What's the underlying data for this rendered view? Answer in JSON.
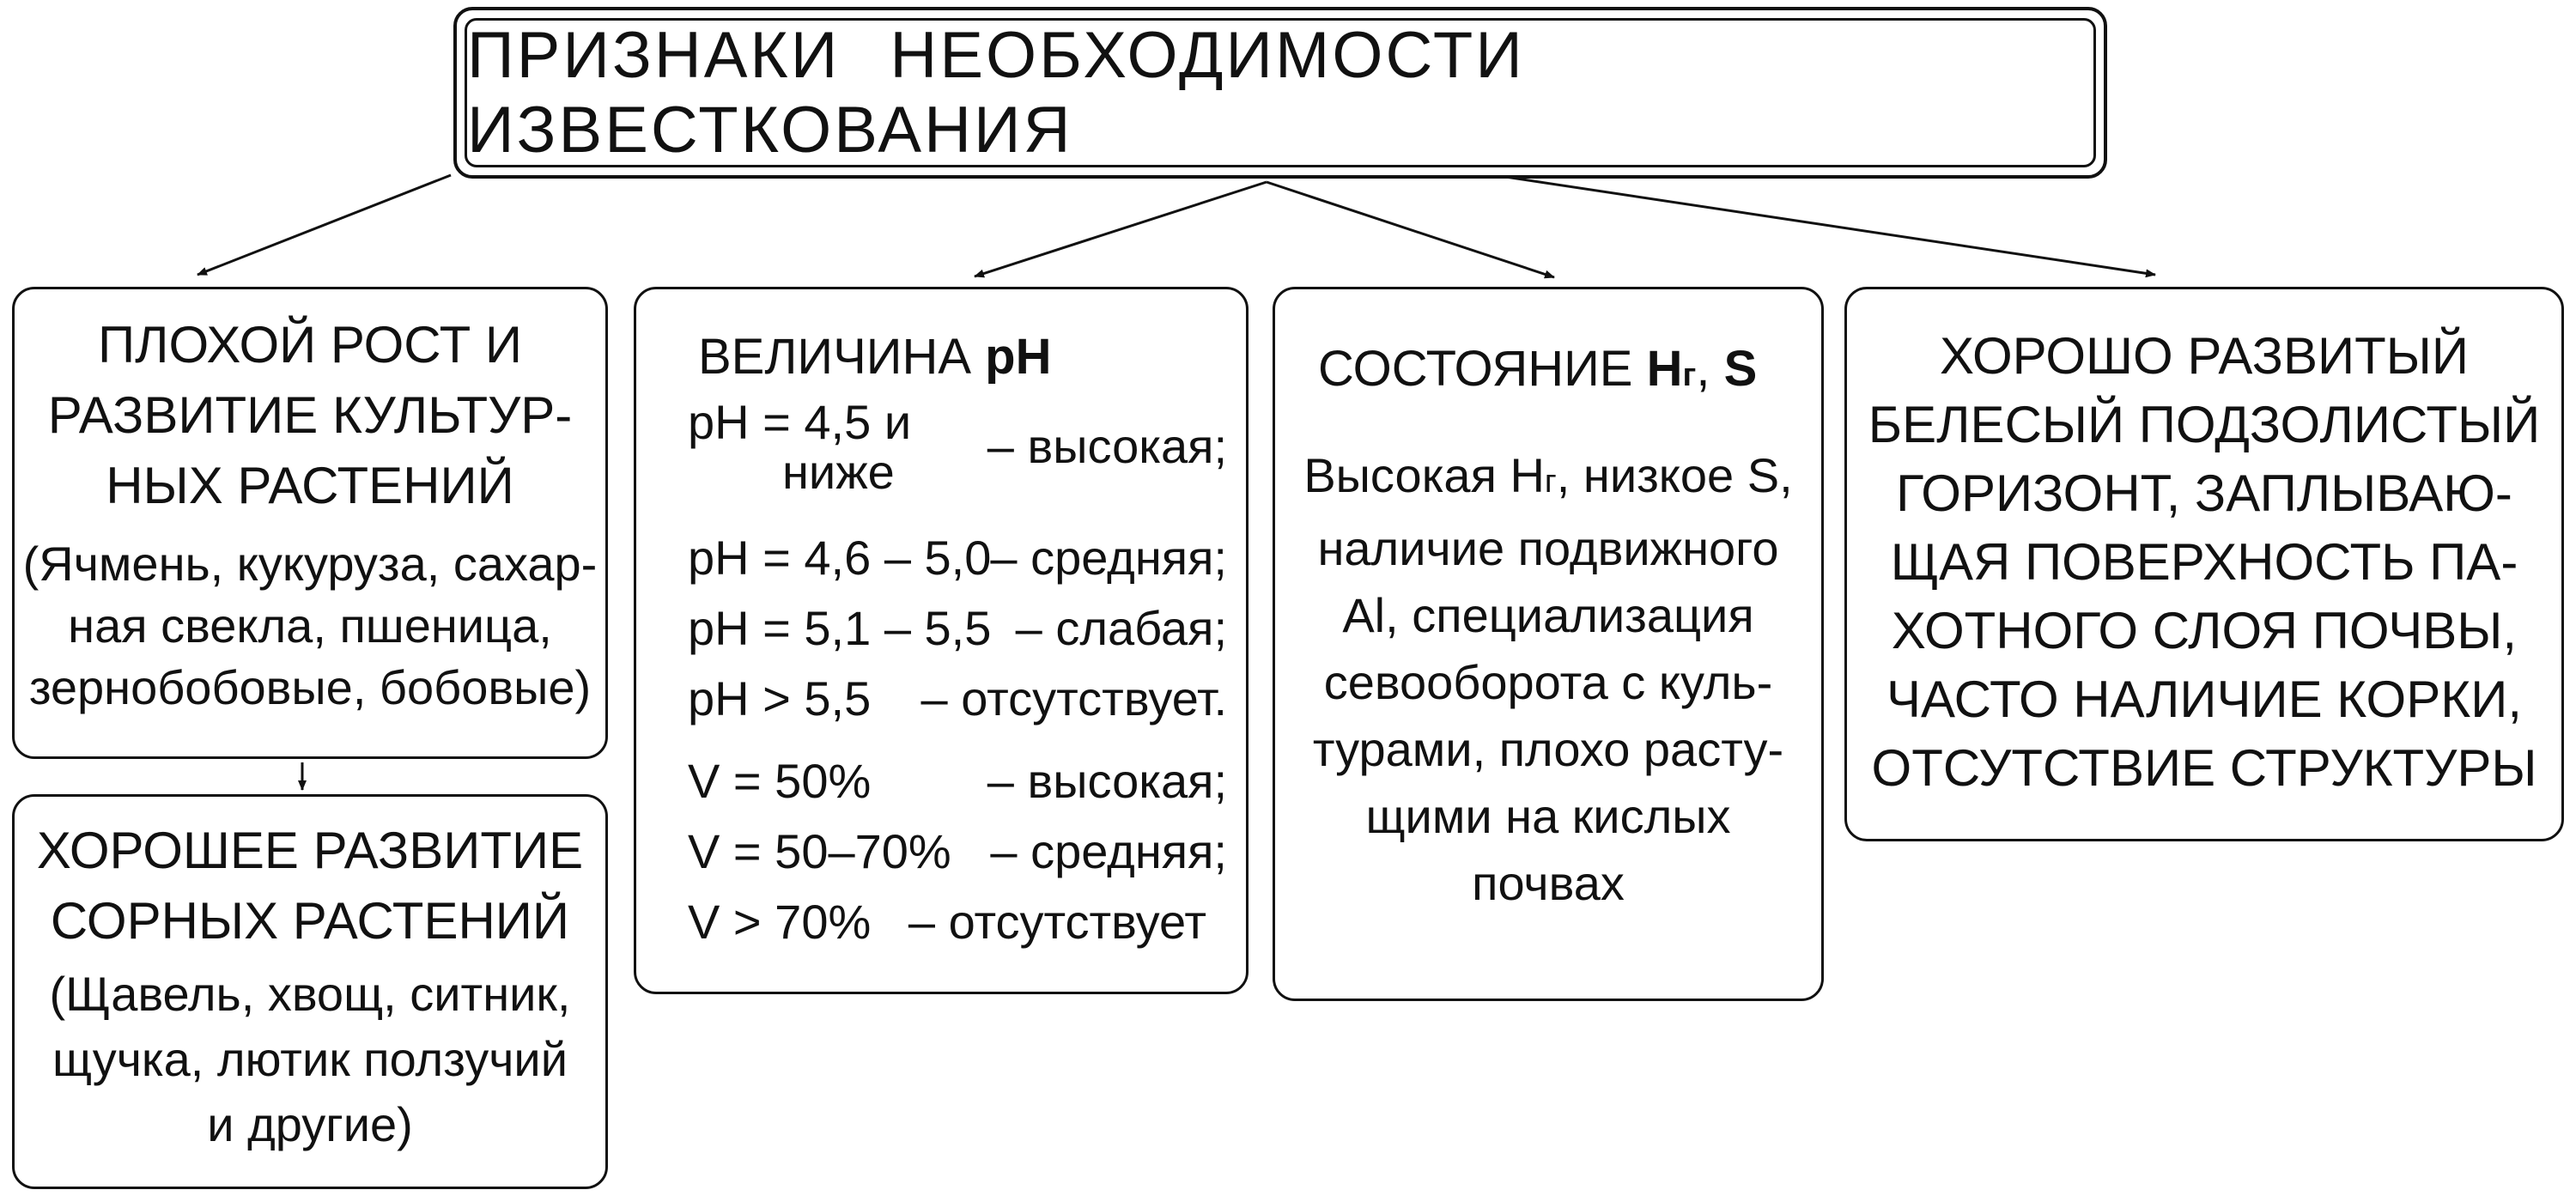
{
  "title": "ПРИЗНАКИ  НЕОБХОДИМОСТИ  ИЗВЕСТКОВАНИЯ",
  "box1": {
    "heading": [
      "ПЛОХОЙ РОСТ И",
      "РАЗВИТИЕ КУЛЬТУР-",
      "НЫХ РАСТЕНИЙ"
    ],
    "note": [
      "(Ячмень, кукуруза, сахар-",
      "ная свекла, пшеница,",
      "зернобобовые, бобовые)"
    ]
  },
  "box1b": {
    "heading": [
      "ХОРОШЕЕ РАЗВИТИЕ",
      "СОРНЫХ РАСТЕНИЙ"
    ],
    "note": [
      "(Щавель, хвощ, ситник,",
      "щучка, лютик ползучий",
      "и другие)"
    ]
  },
  "box2": {
    "heading_prefix": "ВЕЛИЧИНА ",
    "heading_bold": "pH",
    "ph_rows": [
      {
        "left": "pH = 4,5 и",
        "left2": "ниже",
        "right": "– высокая;"
      },
      {
        "left": "pH = 4,6 – 5,0",
        "right": "– средняя;"
      },
      {
        "left": "pH = 5,1 – 5,5",
        "right": "– слабая;"
      },
      {
        "left": "pH > 5,5",
        "right": "– отсутствует."
      }
    ],
    "v_rows": [
      {
        "left": "V = 50%",
        "right": "– высокая;"
      },
      {
        "left": "V = 50–70%",
        "right": "– средняя;"
      },
      {
        "left": "V > 70%",
        "right": "– отсутствует"
      }
    ]
  },
  "box3": {
    "heading_prefix": "СОСТОЯНИЕ ",
    "heading_h": "H",
    "heading_sub": "г",
    "heading_sep": ", ",
    "heading_s": "S",
    "body_first_a": "Высокая H",
    "body_first_sub": "г",
    "body_first_b": ", низкое S,",
    "body": [
      "наличие подвижного",
      "Al,  специализация",
      "севооборота с куль-",
      "турами, плохо расту-",
      "щими на кислых",
      "почвах"
    ]
  },
  "box4": {
    "lines": [
      "ХОРОШО РАЗВИТЫЙ",
      "БЕЛЕСЫЙ ПОДЗОЛИСТЫЙ",
      "ГОРИЗОНТ, ЗАПЛЫВАЮ-",
      "ЩАЯ ПОВЕРХНОСТЬ ПА-",
      "ХОТНОГО СЛОЯ ПОЧВЫ,",
      "ЧАСТО НАЛИЧИЕ КОРКИ,",
      "ОТСУТСТВИЕ СТРУКТУРЫ"
    ]
  }
}
